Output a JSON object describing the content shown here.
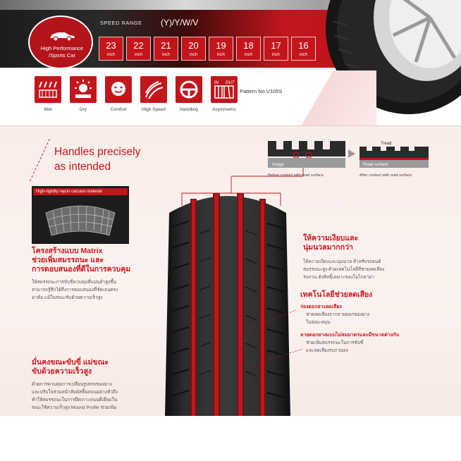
{
  "banner": {
    "category": "High Performance /Sports Car",
    "speed_range_label": "SPEED RANGE",
    "speed_range_value": "(Y)/Y/W/V",
    "sizes": [
      {
        "num": "23",
        "unit": "inch"
      },
      {
        "num": "22",
        "unit": "inch"
      },
      {
        "num": "21",
        "unit": "inch"
      },
      {
        "num": "20",
        "unit": "inch"
      },
      {
        "num": "19",
        "unit": "inch"
      },
      {
        "num": "18",
        "unit": "inch"
      },
      {
        "num": "17",
        "unit": "inch"
      },
      {
        "num": "16",
        "unit": "inch"
      }
    ],
    "features": [
      {
        "label": "Wet",
        "icon": "wet-icon"
      },
      {
        "label": "Dry",
        "icon": "dry-icon"
      },
      {
        "label": "Comfort",
        "icon": "comfort-icon"
      },
      {
        "label": "High Speed",
        "icon": "high-speed-icon"
      },
      {
        "label": "Handling",
        "icon": "handling-icon"
      },
      {
        "label": "Asymmetric",
        "icon": "asymmetric-icon"
      }
    ],
    "asym_in": "IN",
    "asym_out": "OUT",
    "pattern": "Pattern No.V105S"
  },
  "main": {
    "headline_line1": "Handles precisely",
    "headline_line2": "as intended",
    "carcass_label": "High-rigidity rayon carcass material",
    "diagram": {
      "tread_label": "Tread",
      "image_label": "Image",
      "road_label": "Road surface",
      "before_caption": "Before contact with road surface",
      "after_caption": "After contact with road surface"
    },
    "matrix": {
      "title_line1": "โครงสร้างแบบ Matrix",
      "title_line2": "ช่วยเพิ่มสมรรถนะ และ",
      "title_line3": "การตอบสนองที่ดีในการควบคุม",
      "body_line1": "ให้สมรรถนะการขับขี่ควบคุมที่แม่นยำสูงขึ้น",
      "body_line2": "สามารถรู้สึกได้ถึงการตอบสนองที่ชัดเจนตรง",
      "body_line3": "มาต้อ แม้ในขณะขับด้วยความเร็วสูง"
    },
    "stability": {
      "title_line1": "มั่นคงขณะขับขี่ แม่ขณะ",
      "title_line2": "ขับด้วยความเร็วสูง",
      "body_line1": "ด้วยการควบคุมการเปลี่ยนรูปทรงของยาง",
      "body_line2": "และปรับใจส่วนหน้าสัมผัสพื้นถนนอย่างทั่วถึง",
      "body_line3": "ทำให้สมรรถนะในการยึดเกาะถนนดีเยี่ยมใน",
      "body_line4": "ขณะใช้ความเร็วสูง Mound Profile ช่วยเพิ่ม"
    },
    "comfort": {
      "title_line1": "ให้ความเงียบและ",
      "title_line2": "นุ่มนวลมากกว่า",
      "body_line1": "ให้ความเงียบและนุ่มนวล สำหรับรถยนต์",
      "body_line2": "สมรรถนะสูง ด้วยเทคโนโลยีที่ช่วยลดเสียง",
      "body_line3": "รบกวน ดังสิทธิ์เฉพาะของโยโกฮาม่า"
    },
    "noise": {
      "title": "เทคโนโลยีช่วยลดเสียง",
      "sub1_title": "ร่องดอกยางลดเสียง",
      "sub1_body1": "ช่วยลดเสียงจากลายดอกของยาง",
      "sub1_body2": "ในขณะหมุน",
      "sub2_title": "ลายดอกยางแบบไม่สมมาตรและมีขนาดต่างกัน",
      "sub2_body1": "ช่วยเพิ่มสมรรถนะในการขับขี่",
      "sub2_body2": "และลดเสียงรบกวนลง"
    }
  },
  "colors": {
    "brand_red": "#c3161c",
    "text_gray": "#555555"
  }
}
